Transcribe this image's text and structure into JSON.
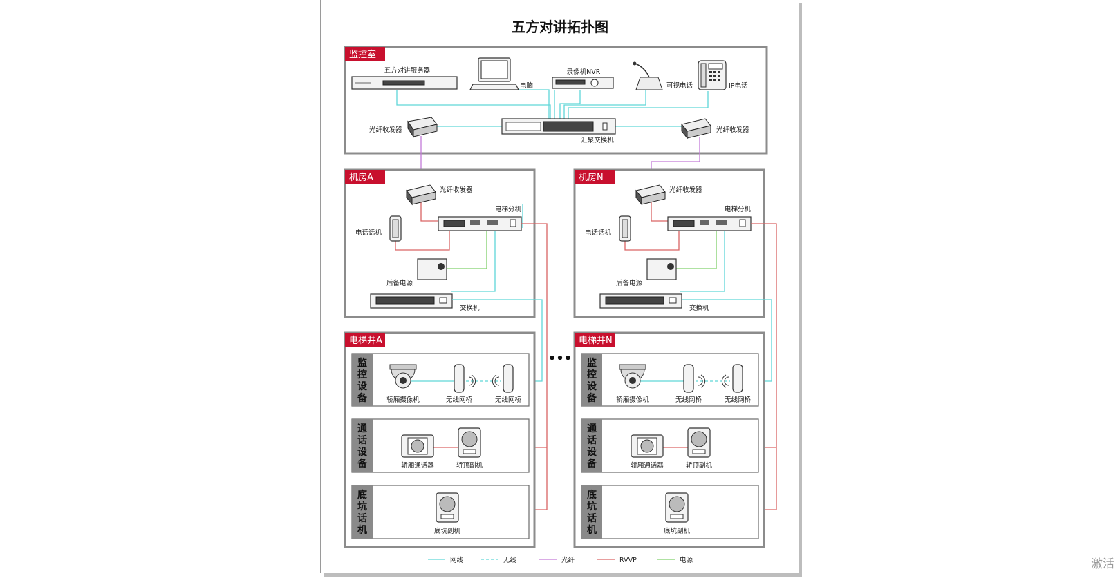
{
  "title": "五方对讲拓扑图",
  "sections": {
    "control_room": "监控室",
    "machine_room_a": "机房A",
    "machine_room_n": "机房N",
    "shaft_a": "电梯井A",
    "shaft_n": "电梯井N"
  },
  "control_room": {
    "server": "五方对讲服务器",
    "pc": "电脑",
    "nvr": "录像机NVR",
    "video_phone": "可视电话",
    "ip_phone": "IP电话",
    "fiber_left": "光纤收发器",
    "fiber_right": "光纤收发器",
    "core_switch": "汇聚交换机"
  },
  "machine_room": {
    "fiber": "光纤收发器",
    "elevator_ext": "电梯分机",
    "phone": "电话话机",
    "backup_power": "后备电源",
    "switch": "交换机"
  },
  "shaft": {
    "cat_monitor": [
      "监",
      "控",
      "设",
      "备"
    ],
    "cat_talk": [
      "通",
      "话",
      "设",
      "备"
    ],
    "cat_pit": [
      "底",
      "坑",
      "话",
      "机"
    ],
    "camera": "轿厢摄像机",
    "bridge1": "无线网桥",
    "bridge2": "无线网桥",
    "car_intercom": "轿厢通话器",
    "top_ext": "轿顶副机",
    "pit_ext": "底坑副机"
  },
  "ellipsis": "•••",
  "legend": [
    {
      "label": "网线",
      "color": "#5fd6d8",
      "style": "solid"
    },
    {
      "label": "无线",
      "color": "#5fd6d8",
      "style": "dashed"
    },
    {
      "label": "光纤",
      "color": "#c37bd8",
      "style": "solid"
    },
    {
      "label": "RVVP",
      "color": "#d96464",
      "style": "solid"
    },
    {
      "label": "电源",
      "color": "#7fd06a",
      "style": "solid"
    }
  ],
  "watermark": "激活"
}
